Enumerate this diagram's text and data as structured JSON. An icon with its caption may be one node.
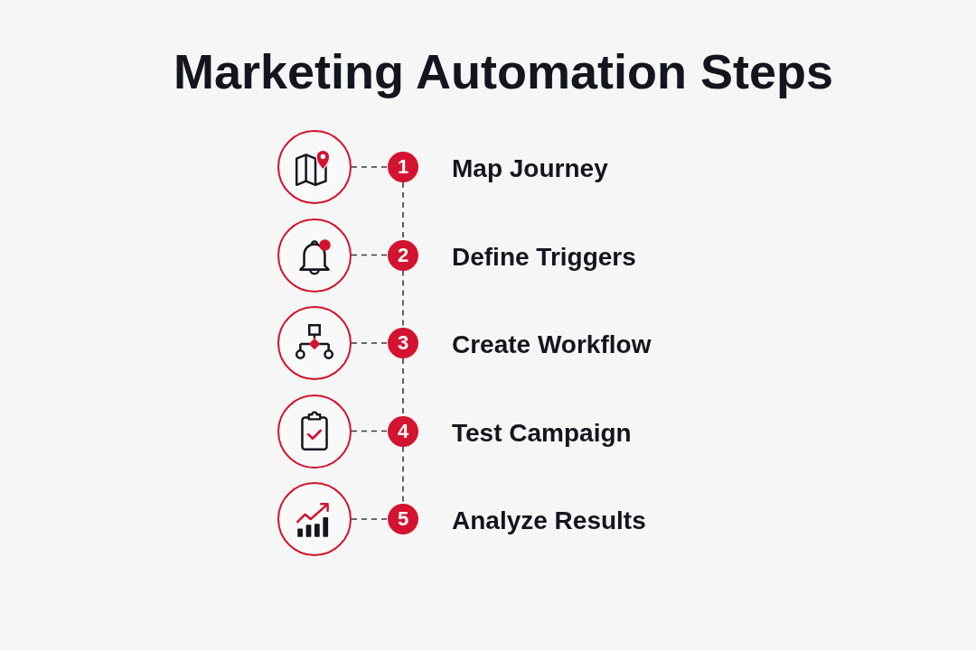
{
  "diagram": {
    "title": "Marketing Automation Steps",
    "nodes": [
      {
        "text": [],
        "shape": "circle"
      },
      {
        "text": [
          "1"
        ],
        "beside": [
          "Map Journey"
        ]
      },
      {
        "text": [],
        "shape": "circle"
      },
      {
        "text": [
          "2"
        ],
        "beside": [
          "Define Triggers"
        ]
      },
      {
        "text": [],
        "shape": "circle"
      },
      {
        "text": [
          "3"
        ],
        "beside": [
          "Create Workflow"
        ]
      },
      {
        "text": [],
        "shape": "circle"
      },
      {
        "text": [
          "4"
        ],
        "beside": [
          "Test Campaign"
        ]
      },
      {
        "text": [],
        "shape": "circle"
      },
      {
        "text": [
          "5"
        ],
        "beside": [
          "Analyze Results"
        ]
      }
    ],
    "edges": [
      {
        "from": 0,
        "to": 1,
        "arrow": "none",
        "style": "dashed"
      },
      {
        "from": 1,
        "to": 3,
        "arrow": "none",
        "style": "dashed"
      },
      {
        "from": 2,
        "to": 3,
        "arrow": "none",
        "style": "dashed"
      },
      {
        "from": 3,
        "to": 5,
        "arrow": "none",
        "style": "dashed"
      },
      {
        "from": 4,
        "to": 5,
        "arrow": "none",
        "style": "dashed"
      },
      {
        "from": 5,
        "to": 7,
        "arrow": "none",
        "style": "dashed"
      },
      {
        "from": 6,
        "to": 7,
        "arrow": "none",
        "style": "dashed"
      },
      {
        "from": 7,
        "to": 9,
        "arrow": "none",
        "style": "dashed"
      },
      {
        "from": 8,
        "to": 9,
        "arrow": "none",
        "style": "dashed"
      }
    ]
  }
}
